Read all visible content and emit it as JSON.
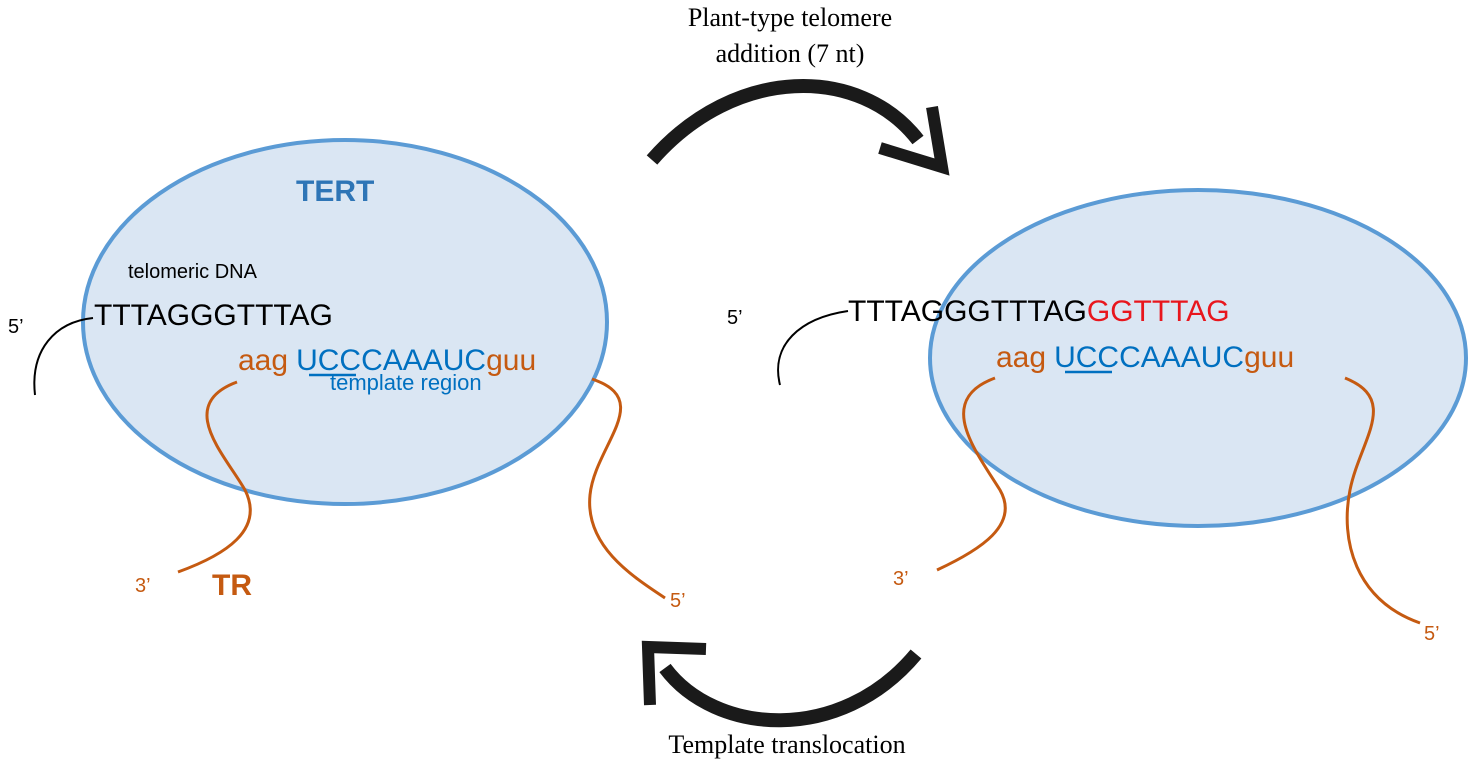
{
  "top_caption": {
    "line1": "Plant-type telomere",
    "line2": "addition (7 nt)"
  },
  "bottom_caption": "Template translocation",
  "left_panel": {
    "enzyme_label": "TERT",
    "dna_label": "telomeric DNA",
    "dna_end_label": "5’",
    "dna_sequence": "TTTAGGGTTTAG",
    "rna_left_flank": "aag",
    "rna_template_underlined": "UC",
    "rna_template_rest": "CCAAAUC",
    "rna_right_flank": "guu",
    "template_label": "template region",
    "rna_3prime_label": "3’",
    "rna_5prime_label": "5’",
    "rna_label": "TR"
  },
  "right_panel": {
    "dna_end_label": "5’",
    "dna_sequence": "TTTAGGGTTTAG",
    "dna_added": "GGTTTAG",
    "rna_left_flank": "aag",
    "rna_template_underlined": "UC",
    "rna_template_rest": "CCAAAUC",
    "rna_right_flank": "guu",
    "rna_3prime_label": "3’",
    "rna_5prime_label": "5’"
  },
  "colors": {
    "ellipse_fill": "#dae6f3",
    "ellipse_stroke": "#5b9bd5",
    "tert_label": "#2e75b6",
    "template": "#0070c0",
    "rna": "#c55a11",
    "added_dna": "#e8161d",
    "arrow": "#1a1a1a",
    "text": "#000000"
  }
}
